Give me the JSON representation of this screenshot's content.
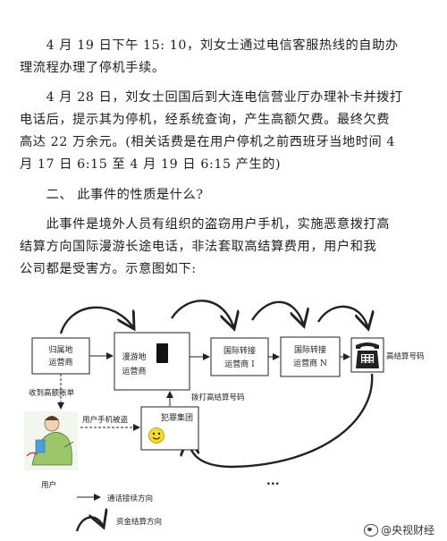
{
  "paragraphs": [
    {
      "lines": [
        "　　4 月 19 日下午 15: 10，刘女士通过电信客服热线的自助办",
        "理流程办理了停机手续。"
      ]
    },
    {
      "lines": [
        "　　4 月 28 日，刘女士回国后到大连电信营业厅办理补卡并拨打",
        "电话后，提示其为停机，经系统查询，产生高额欠费。最终欠费",
        "高达 22 万余元。(相关话费是在用户停机之前西班牙当地时间 4",
        "月 17 日 6:15 至 4 月 19 日 6:15 产生的)"
      ]
    },
    {
      "lines": [
        "　　二、 此事件的性质是什么?"
      ]
    },
    {
      "lines": [
        "　　此事件是境外人员有组织的盗窃用户手机，实施恶意拨打高",
        "结算方向国际漫游长途电话，非法套取高结算费用，用户和我",
        "公司都是受害方。示意图如下:"
      ]
    }
  ],
  "diagram": {
    "home_operator": [
      "归属地",
      "运营商"
    ],
    "roaming_operator": [
      "漫游地",
      "运营商"
    ],
    "transit_1": [
      "国际转接",
      "运营商 I"
    ],
    "transit_n": [
      "国际转接",
      "运营商 N"
    ],
    "high_rate_number": "高结算号码",
    "received_bill": "收到高额账单",
    "phone_stolen": "用户手机被盗",
    "dial_high_rate": "拨打高结算号码",
    "crime_group": "犯罪集团",
    "user": "用户",
    "ellipsis": "...",
    "legend_call": "通话接续方向",
    "legend_fund": "资金结算方向"
  },
  "watermark": "@央视财经"
}
